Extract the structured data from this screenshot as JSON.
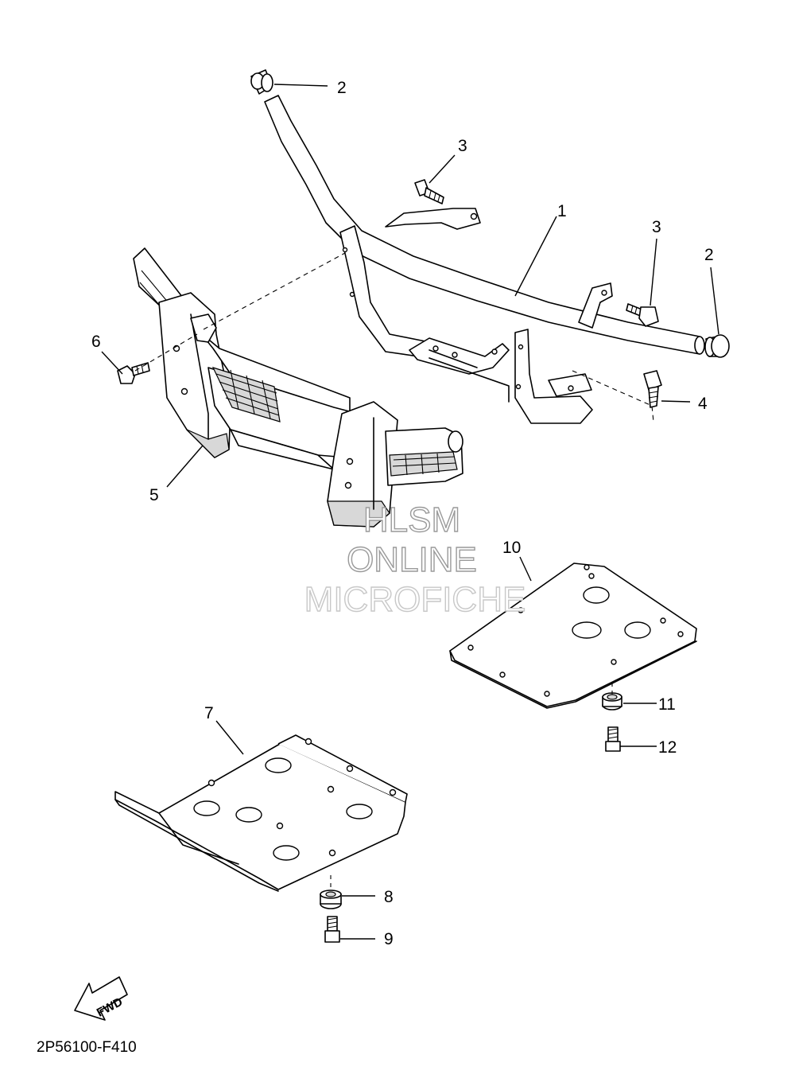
{
  "callouts": {
    "c1": "1",
    "c2a": "2",
    "c2b": "2",
    "c3a": "3",
    "c3b": "3",
    "c4": "4",
    "c5": "5",
    "c6": "6",
    "c7": "7",
    "c8": "8",
    "c9": "9",
    "c10": "10",
    "c11": "11",
    "c12": "12"
  },
  "watermark": {
    "line1": "HLSM",
    "line2": "ONLINE",
    "line3": "MICROFICHE"
  },
  "direction_label": "FWD",
  "drawing_code": "2P56100-F410"
}
